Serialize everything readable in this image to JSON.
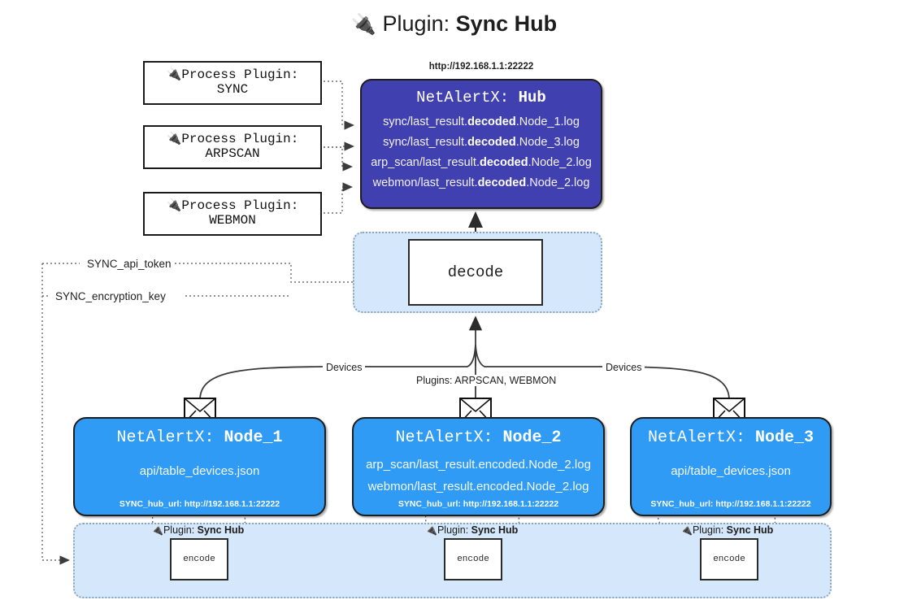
{
  "title": {
    "icon": "plug-icon",
    "prefix": "Plugin: ",
    "name": "Sync Hub"
  },
  "process_plugins": [
    {
      "icon": "plug-icon",
      "heading": "Process Plugin:",
      "name": "SYNC"
    },
    {
      "icon": "plug-icon",
      "heading": "Process Plugin:",
      "name": "ARPSCAN"
    },
    {
      "icon": "plug-icon",
      "heading": "Process Plugin:",
      "name": "WEBMON"
    }
  ],
  "hub": {
    "url": "http://192.168.1.1:22222",
    "title_prefix": "NetAlertX: ",
    "title_name": "Hub",
    "color": "#4140b0",
    "lines": [
      {
        "pre": "sync/last_result.",
        "em": "decoded",
        "post": ".Node_1.log"
      },
      {
        "pre": "sync/last_result.",
        "em": "decoded",
        "post": ".Node_3.log"
      },
      {
        "pre": "arp_scan/last_result.",
        "em": "decoded",
        "post": ".Node_2.log"
      },
      {
        "pre": "webmon/last_result.",
        "em": "decoded",
        "post": ".Node_2.log"
      }
    ]
  },
  "decode": {
    "label": "decode",
    "zone_color": "#d5e7fa"
  },
  "tokens": {
    "api_token": "SYNC_api_token",
    "encryption_key": "SYNC_encryption_key"
  },
  "edge_labels": {
    "devices_left": "Devices",
    "devices_right": "Devices",
    "plugins": "Plugins: ARPSCAN, WEBMON"
  },
  "nodes": [
    {
      "title_prefix": "NetAlertX: ",
      "title_name": "Node_1",
      "color": "#2f9bf4",
      "icon": "envelope-icon",
      "lines": [
        {
          "pre": "api/table_devices.json",
          "em": "",
          "post": ""
        }
      ],
      "hub_url": "SYNC_hub_url: http://192.168.1.1:22222"
    },
    {
      "title_prefix": "NetAlertX: ",
      "title_name": "Node_2",
      "color": "#2f9bf4",
      "icon": "envelope-icon",
      "lines": [
        {
          "pre": "arp_scan/last_result.encoded.Node_2.log",
          "em": "",
          "post": ""
        },
        {
          "pre": "webmon/last_result.encoded.Node_2.log",
          "em": "",
          "post": ""
        }
      ],
      "hub_url": "SYNC_hub_url: http://192.168.1.1:22222"
    },
    {
      "title_prefix": "NetAlertX: ",
      "title_name": "Node_3",
      "color": "#2f9bf4",
      "icon": "envelope-icon",
      "lines": [
        {
          "pre": "api/table_devices.json",
          "em": "",
          "post": ""
        }
      ],
      "hub_url": "SYNC_hub_url: http://192.168.1.1:22222"
    }
  ],
  "encoders": [
    {
      "icon": "plug-icon",
      "cap_prefix": "Plugin: ",
      "cap_name": "Sync Hub",
      "label": "encode"
    },
    {
      "icon": "plug-icon",
      "cap_prefix": "Plugin: ",
      "cap_name": "Sync Hub",
      "label": "encode"
    },
    {
      "icon": "plug-icon",
      "cap_prefix": "Plugin: ",
      "cap_name": "Sync Hub",
      "label": "encode"
    }
  ]
}
